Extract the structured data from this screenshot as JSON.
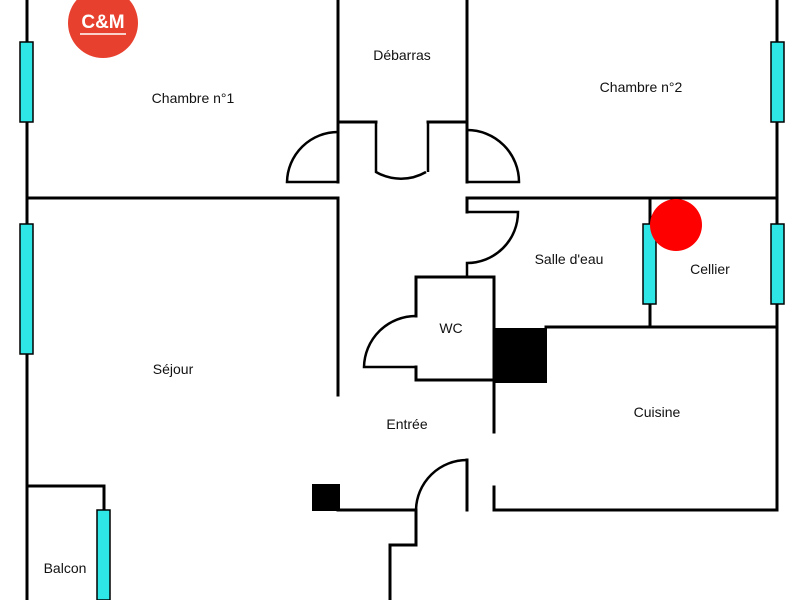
{
  "logo": {
    "text": "C&M",
    "color": "#e8402f"
  },
  "rooms": {
    "chambre1": "Chambre n°1",
    "debarras": "Débarras",
    "chambre2": "Chambre n°2",
    "salle_eau": "Salle d'eau",
    "cellier": "Cellier",
    "wc": "WC",
    "sejour": "Séjour",
    "entree": "Entrée",
    "cuisine": "Cuisine",
    "balcon": "Balcon"
  },
  "colors": {
    "window": "#2ee6e6",
    "marker": "#ff0000",
    "wall": "#000000"
  }
}
